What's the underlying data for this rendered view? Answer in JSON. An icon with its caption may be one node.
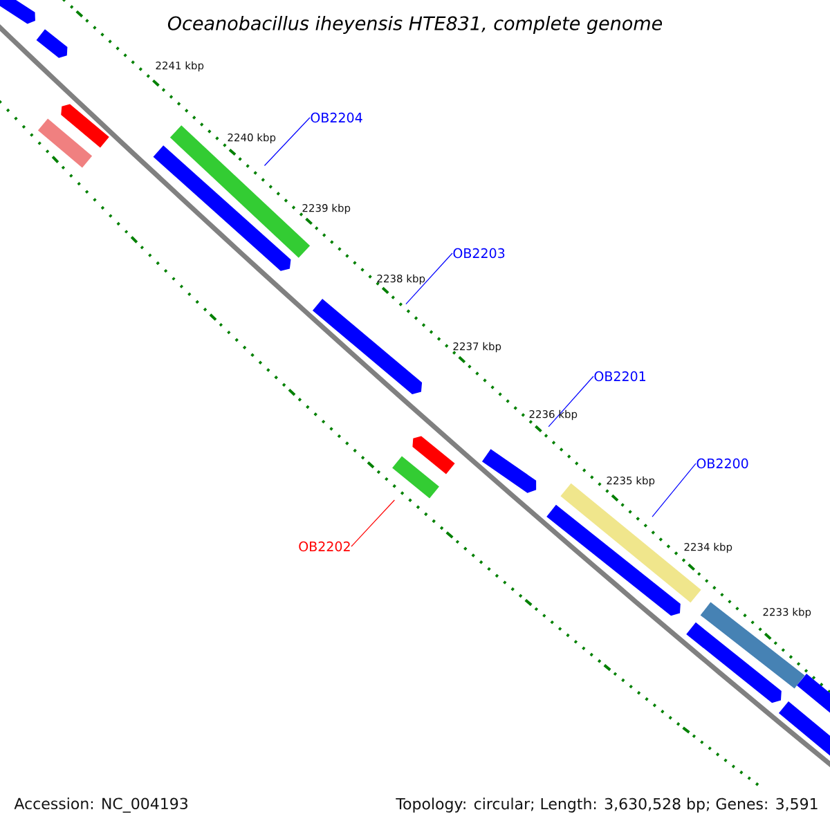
{
  "diagram": {
    "title": "Oceanobacillus iheyensis HTE831, complete genome",
    "nodes": [
      {
        "text": [],
        "shape": "pentagon"
      },
      {
        "text": [],
        "shape": "pentagon"
      },
      {
        "text": [],
        "shape": "bar"
      },
      {
        "text": [],
        "shape": "pentagon"
      },
      {
        "text": [],
        "shape": "pentagon"
      },
      {
        "text": [],
        "shape": "bar"
      },
      {
        "text": [],
        "shape": "pentagon"
      },
      {
        "text": [],
        "shape": "bar"
      },
      {
        "text": [],
        "shape": "pentagon"
      },
      {
        "text": [],
        "shape": "pentagon"
      },
      {
        "text": [],
        "shape": "pentagon"
      },
      {
        "text": [],
        "shape": "bar"
      },
      {
        "text": [],
        "shape": "pentagon"
      },
      {
        "text": [],
        "shape": "bar"
      },
      {
        "text": [],
        "shape": "pentagon"
      },
      {
        "text": [],
        "shape": "pentagon"
      },
      {
        "text": [
          "OB2204"
        ]
      },
      {
        "text": [
          "OB2203"
        ]
      },
      {
        "text": [
          "OB2201"
        ]
      },
      {
        "text": [
          "OB2200"
        ]
      },
      {
        "text": [
          "OB2202"
        ]
      }
    ],
    "edges": [
      {
        "from": 16,
        "to": 5,
        "arrow": "none"
      },
      {
        "from": 17,
        "to": 6,
        "arrow": "none"
      },
      {
        "from": 18,
        "to": 9,
        "arrow": "none"
      },
      {
        "from": 19,
        "to": 11,
        "arrow": "none"
      },
      {
        "from": 20,
        "to": 7,
        "arrow": "none",
        "color": "#ff0000"
      }
    ],
    "labels": [
      "2241 kbp",
      "2240 kbp",
      "2239 kbp",
      "2238 kbp",
      "2237 kbp",
      "2236 kbp",
      "2235 kbp",
      "2234 kbp",
      "2233 kbp",
      "Accession: NC_004193",
      "Topology: circular; Length: 3,630,528 bp; Genes: 3,591"
    ]
  }
}
